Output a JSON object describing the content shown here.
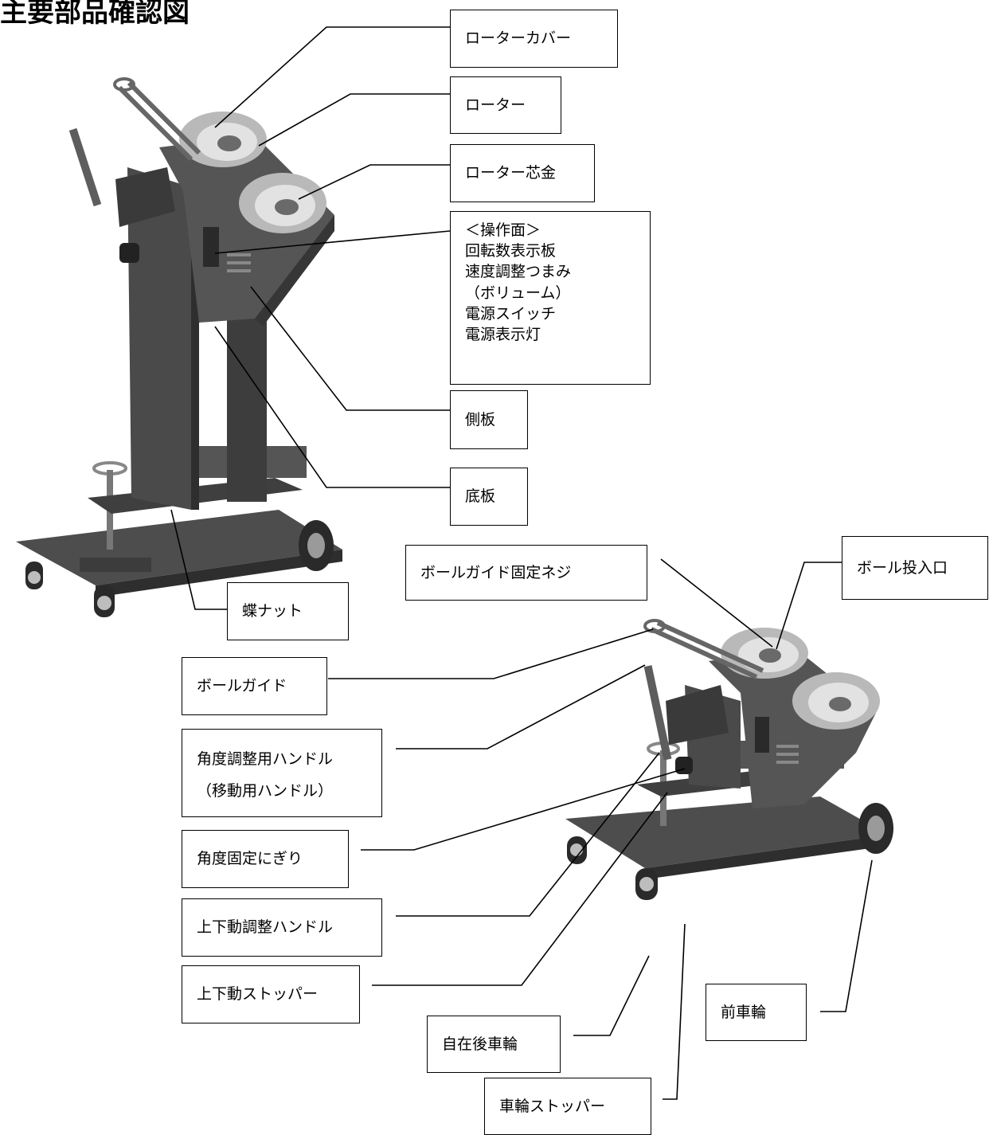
{
  "title": "主要部品確認図",
  "labels": {
    "rotor_cover": "ローターカバー",
    "rotor": "ローター",
    "rotor_core": "ローター芯金",
    "panel_lines": [
      "＜操作面＞",
      "回転数表示板",
      "速度調整つまみ",
      "（ボリューム）",
      "電源スイッチ",
      "電源表示灯"
    ],
    "side_plate": "側板",
    "bottom_plate": "底板",
    "wing_nut": "蝶ナット",
    "ball_guide_screw": "ボールガイド固定ネジ",
    "ball_inlet": "ボール投入口",
    "ball_guide": "ボールガイド",
    "angle_handle_lines": [
      "角度調整用ハンドル",
      "（移動用ハンドル）"
    ],
    "angle_lock_grip": "角度固定にぎり",
    "updown_handle": "上下動調整ハンドル",
    "updown_stopper": "上下動ストッパー",
    "caster_rear_wheel": "自在後車輪",
    "front_wheel": "前車輪",
    "wheel_stopper": "車輪ストッパー"
  },
  "colors": {
    "machine_body": "#5a5a5a",
    "machine_dark": "#3a3a3a",
    "metal": "#cfcfcf",
    "line": "#000000"
  }
}
